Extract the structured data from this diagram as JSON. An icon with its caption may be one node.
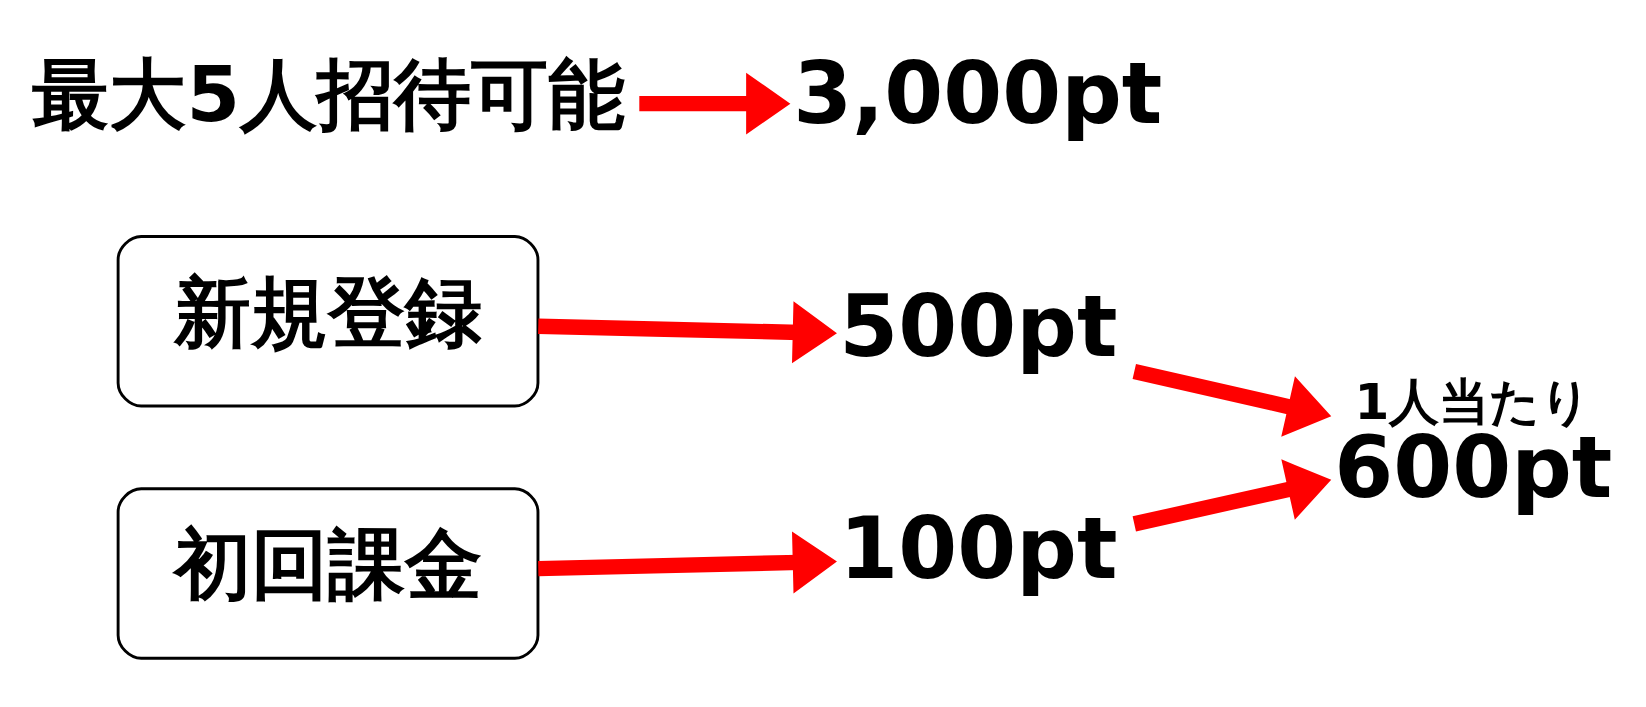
{
  "diagram": {
    "nodes": [
      {
        "text": [
          "新規登録"
        ]
      },
      {
        "text": [
          "500pt"
        ]
      },
      {
        "text": [
          "初回課金"
        ]
      },
      {
        "text": [
          "100pt"
        ]
      },
      {
        "text": [
          "1人当たり",
          "600pt"
        ]
      },
      {
        "text": [
          "最大5人招待可能"
        ]
      },
      {
        "text": [
          "3,000pt"
        ]
      }
    ],
    "edges": [
      {
        "from": 0,
        "to": 1,
        "arrow": "to"
      },
      {
        "from": 2,
        "to": 3,
        "arrow": "to"
      },
      {
        "from": 1,
        "to": 4,
        "arrow": "to"
      },
      {
        "from": 3,
        "to": 4,
        "arrow": "to"
      },
      {
        "from": 5,
        "to": 6,
        "arrow": "to"
      }
    ]
  }
}
